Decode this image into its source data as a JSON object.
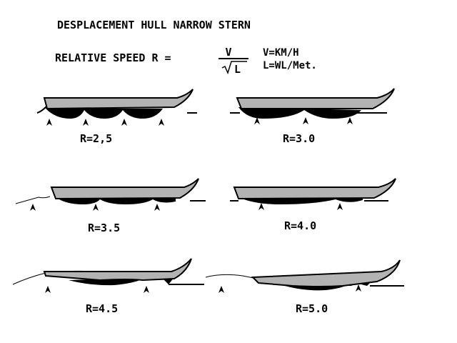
{
  "title": "DESPLACEMENT HULL  NARROW STERN",
  "formula": {
    "lhs": "RELATIVE SPEED R =",
    "numerator": "V",
    "denominator": "L",
    "def_v": "V=KM/H",
    "def_l": "L=WL/Met."
  },
  "panels": [
    {
      "label": "R=2,5"
    },
    {
      "label": "R=3.0"
    },
    {
      "label": "R=3.5"
    },
    {
      "label": "R=4.0"
    },
    {
      "label": "R=4.5"
    },
    {
      "label": "R=5.0"
    }
  ]
}
